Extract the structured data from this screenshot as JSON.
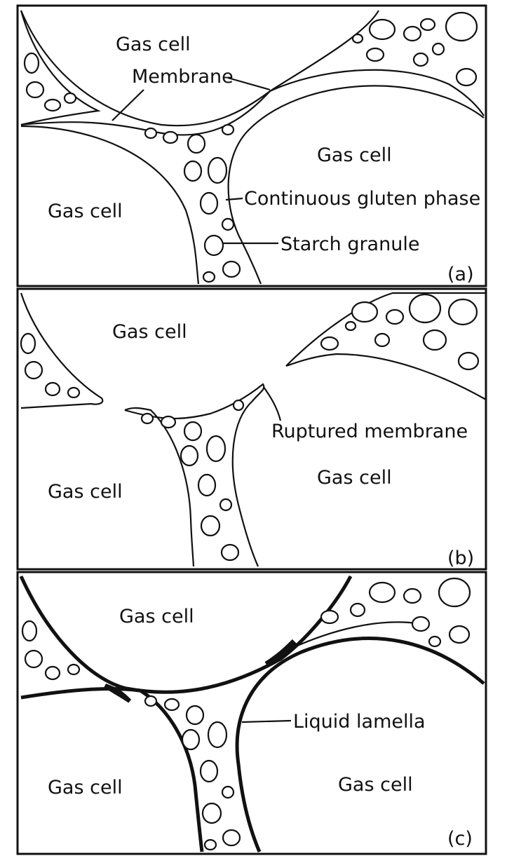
{
  "panels": [
    {
      "tag": "(a)",
      "labels": {
        "gas_top": "Gas cell",
        "gas_left": "Gas cell",
        "gas_right": "Gas cell",
        "membrane": "Membrane",
        "gluten": "Continuous gluten phase",
        "starch": "Starch granule"
      }
    },
    {
      "tag": "(b)",
      "labels": {
        "gas_top": "Gas cell",
        "gas_left": "Gas cell",
        "gas_right": "Gas cell",
        "ruptured": "Ruptured membrane"
      }
    },
    {
      "tag": "(c)",
      "labels": {
        "gas_top": "Gas cell",
        "gas_left": "Gas cell",
        "gas_right": "Gas cell",
        "lamella": "Liquid lamella"
      }
    }
  ]
}
